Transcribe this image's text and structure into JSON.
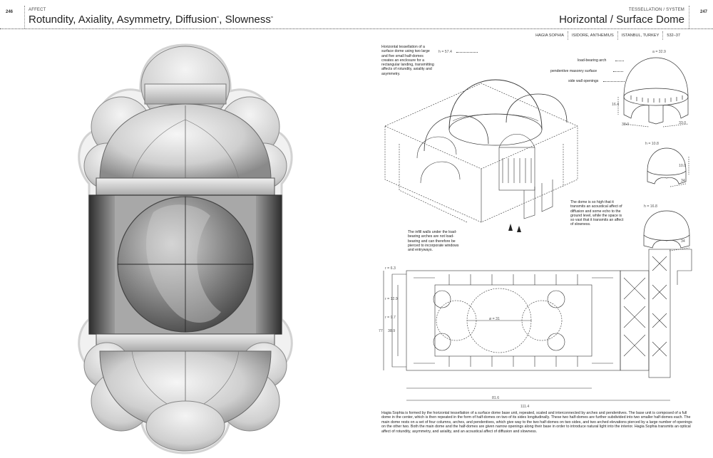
{
  "left_page": {
    "page_number": "246",
    "section": "AFFECT",
    "title": "Rotundity, Axiality, Asymmetry, Diffusion",
    "title_suffix": "Slowness",
    "separator": ", "
  },
  "right_page": {
    "page_number": "247",
    "section": "TESSELLATION / SYSTEM",
    "title": "Horizontal / Surface Dome",
    "meta": [
      "HAGIA SOPHIA",
      "ISIDORE, ANTHEMIUS",
      "ISTANBUL, TURKEY",
      "532–37"
    ]
  },
  "annotations": {
    "intro": "Horizontal tessellation of a surface dome using two large and five small half-domes creates an enclosure for a rectangular landing, transmitting affects of rotundity, axiality and asymmetry.",
    "load_bearing_arch": "load-bearing arch",
    "pendentive": "pendentive masonry surface",
    "side_wall": "side wall openings",
    "dome_high": "The dome is so high that it transmits an acoustical affect of diffusion and some echo to the ground level, while the space is so vast that it transmits an affect of slowness.",
    "infill": "The infill walls under the load-bearing arches are not load-bearing and can therefore be pierced to incorporate windows and entryways."
  },
  "dimensions": {
    "h_main": "h = 57.4",
    "a_dome": "a = 32.9",
    "w1": "33.0",
    "w2": "33.0",
    "h1": "16.4",
    "h2": "h = 10.8",
    "d2": "10.8",
    "w3": "34",
    "h3": "h = 16.8",
    "w4": "34",
    "plan_r1": "r = 6.3",
    "plan_r2": "r = 12.9",
    "plan_r3": "r = 9.7",
    "plan_d": "ø = 31",
    "plan_h1": "77",
    "plan_h2": "38.9",
    "plan_w1": "81.6",
    "plan_w2": "111.4"
  },
  "description": "Hagia Sophia is formed by the horizontal tessellation of a surface dome base unit, repeated, scaled and interconnected by arches and pendentives. The base unit is composed of a full dome in the center, which is then repeated in the form of half-domes on two of its sides longitudinally. These two half-domes are further subdivided into two smaller half-domes each. The main dome rests on a set of four columns, arches, and pendentives, which give way to the two half-domes on two sides, and two arched elevations pierced by a large number of openings on the other two. Both the main dome and the half-domes are given narrow openings along their base in order to introduce natural light into the interior. Hagia Sophia transmits an optical affect of rotundity, asymmetry, and axiality, and an acoustical affect of diffusion and slowness."
}
